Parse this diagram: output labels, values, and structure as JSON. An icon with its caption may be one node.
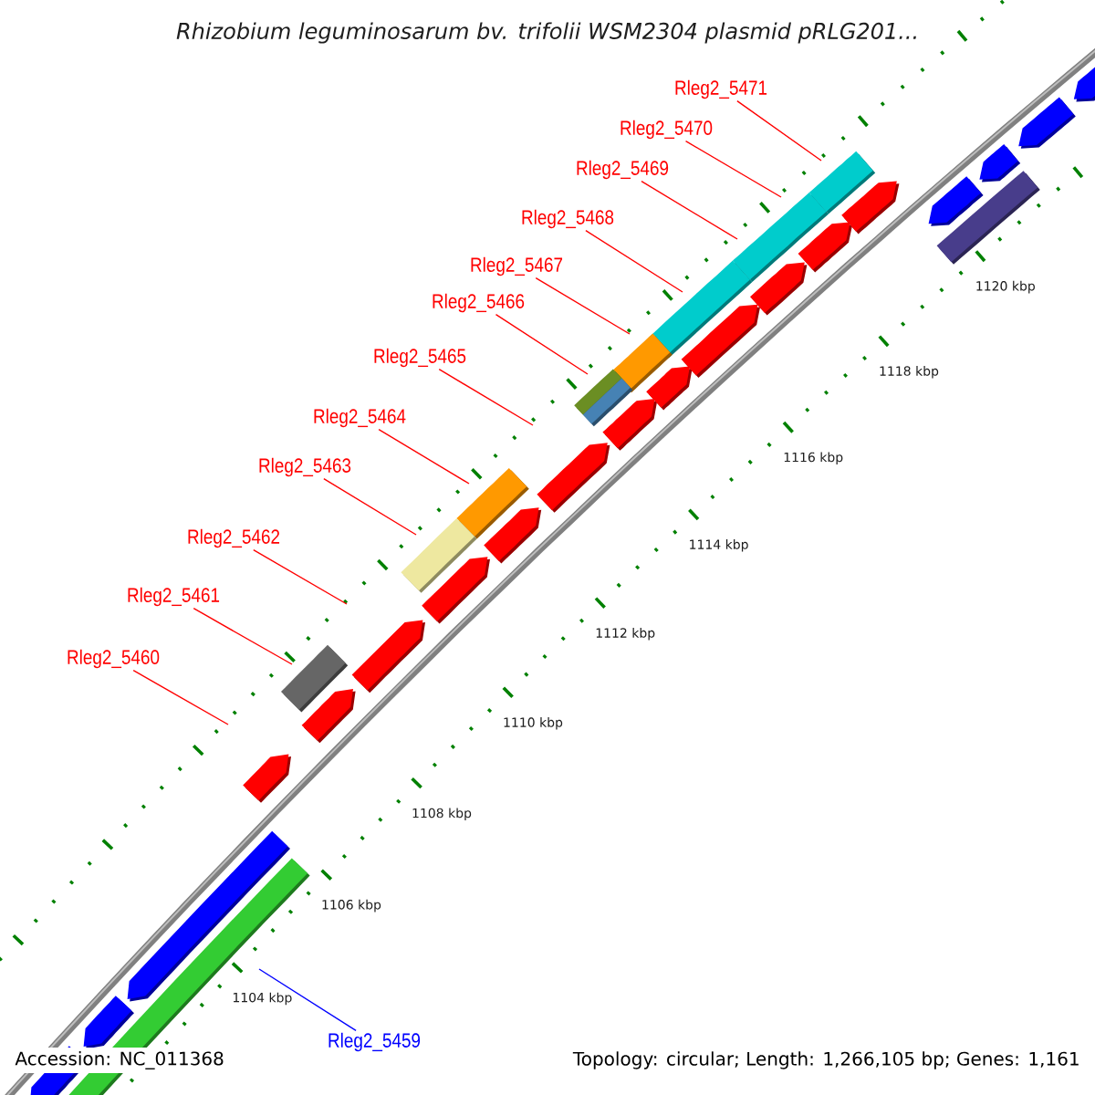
{
  "diagram": {
    "title": "Rhizobium leguminosarum bv. trifolii WSM2304 plasmid pRLG201...",
    "nodes": [
      {
        "text": [
          "Rleg2_5471"
        ]
      },
      {
        "text": [
          "Rleg2_5470"
        ]
      },
      {
        "text": [
          "Rleg2_5469"
        ]
      },
      {
        "text": [
          "Rleg2_5468"
        ]
      },
      {
        "text": [
          "Rleg2_5467"
        ]
      },
      {
        "text": [
          "Rleg2_5466"
        ]
      },
      {
        "text": [
          "Rleg2_5465"
        ]
      },
      {
        "text": [
          "Rleg2_5464"
        ]
      },
      {
        "text": [
          "Rleg2_5463"
        ]
      },
      {
        "text": [
          "Rleg2_5462"
        ]
      },
      {
        "text": [
          "Rleg2_5461"
        ]
      },
      {
        "text": [
          "Rleg2_5460"
        ]
      },
      {
        "text": [
          "Rleg2_5459"
        ]
      }
    ],
    "edges": [
      {
        "from": 0,
        "to": null,
        "arrow": "none"
      },
      {
        "from": 1,
        "to": null,
        "arrow": "none"
      },
      {
        "from": 2,
        "to": null,
        "arrow": "none"
      },
      {
        "from": 3,
        "to": null,
        "arrow": "none"
      },
      {
        "from": 4,
        "to": null,
        "arrow": "none"
      },
      {
        "from": 5,
        "to": null,
        "arrow": "none"
      },
      {
        "from": 6,
        "to": null,
        "arrow": "none"
      },
      {
        "from": 7,
        "to": null,
        "arrow": "none"
      },
      {
        "from": 8,
        "to": null,
        "arrow": "none"
      },
      {
        "from": 9,
        "to": null,
        "arrow": "none"
      },
      {
        "from": 10,
        "to": null,
        "arrow": "none"
      },
      {
        "from": 11,
        "to": null,
        "arrow": "none"
      },
      {
        "from": 12,
        "to": null,
        "arrow": "none",
        "color": "#0000ff"
      }
    ],
    "labels": [
      "1104 kbp",
      "1106 kbp",
      "1108 kbp",
      "1110 kbp",
      "1112 kbp",
      "1114 kbp",
      "1116 kbp",
      "1118 kbp",
      "1120 kbp",
      "Accession: NC_011368",
      "Topology: circular; Length: 1,266,105 bp; Genes: 1,161"
    ]
  }
}
